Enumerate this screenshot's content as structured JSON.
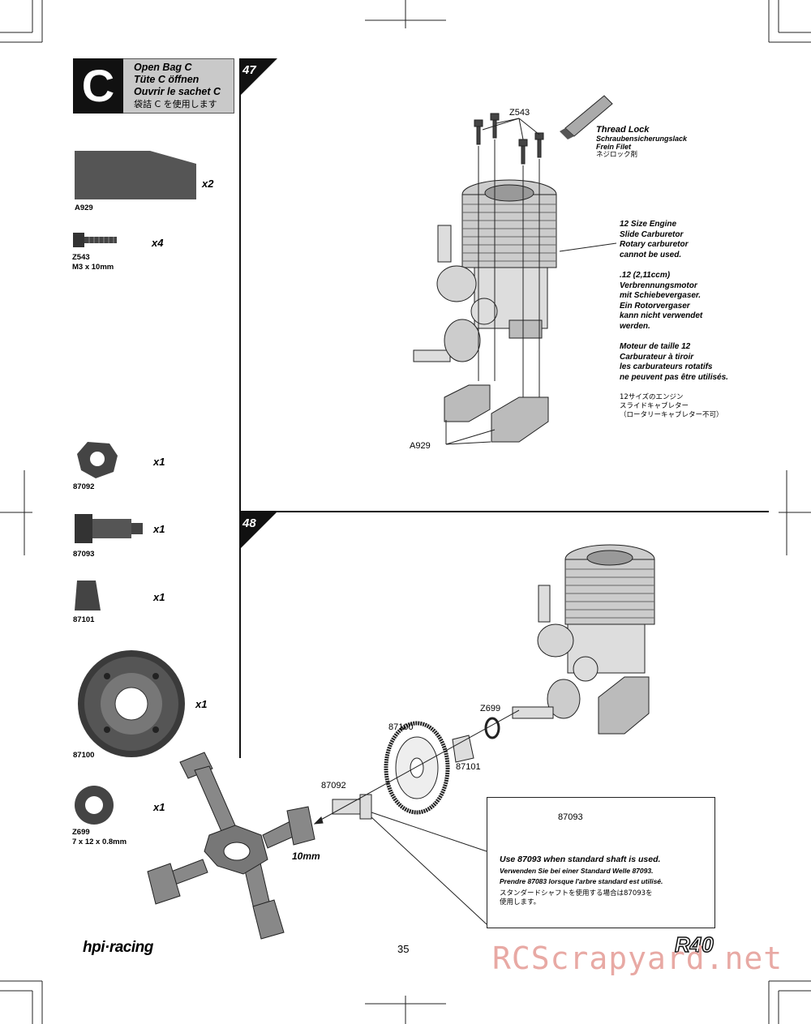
{
  "bag": {
    "letter": "C",
    "lines": [
      "Open Bag C",
      "Tüte C öffnen",
      "Ouvrir le sachet C"
    ],
    "japanese": "袋詰 C を使用します"
  },
  "parts": [
    {
      "code": "A929",
      "qty": "x2"
    },
    {
      "code": "Z543",
      "size": "M3 x 10mm",
      "qty": "x4"
    },
    {
      "code": "87092",
      "qty": "x1"
    },
    {
      "code": "87093",
      "qty": "x1"
    },
    {
      "code": "87101",
      "qty": "x1"
    },
    {
      "code": "87100",
      "qty": "x1"
    },
    {
      "code": "Z699",
      "size": "7 x 12 x 0.8mm",
      "qty": "x1"
    }
  ],
  "step47": {
    "number": "47",
    "label_z543": "Z543",
    "label_a929": "A929",
    "thread_lock": {
      "title": "Thread Lock",
      "de": "Schraubensicherungslack",
      "fr": "Frein Filet",
      "jp": "ネジロック剤"
    },
    "engine_note": {
      "en": [
        "12 Size Engine",
        "Slide Carburetor",
        "Rotary carburetor",
        "cannot be used."
      ],
      "de": [
        ".12 (2,11ccm)",
        "Verbrennungsmotor",
        "mit Schiebevergaser.",
        "Ein Rotorvergaser",
        "kann nicht verwendet",
        "werden."
      ],
      "fr": [
        "Moteur de taille 12",
        "Carburateur à tiroir",
        "les carburateurs rotatifs",
        "ne peuvent pas être utilisés."
      ],
      "jp": [
        "12サイズのエンジン",
        "スライドキャブレター",
        "（ロータリーキャブレター不可）"
      ]
    }
  },
  "step48": {
    "number": "48",
    "labels": {
      "z699": "Z699",
      "p87100": "87100",
      "p87101": "87101",
      "p87092": "87092",
      "wrench": "10mm"
    },
    "box": {
      "part": "87093",
      "en": "Use 87093 when standard shaft is used.",
      "de": "Verwenden Sie bei einer Standard Welle 87093.",
      "fr": "Prendre 87083 lorsque l'arbre standard est utilisé.",
      "jp": [
        "スタンダードシャフトを使用する場合は87093を",
        "使用します。"
      ]
    }
  },
  "footer": {
    "brand": "hpi·racing",
    "page": "35",
    "logo": "R40",
    "watermark": "RCScrapyard.net"
  }
}
